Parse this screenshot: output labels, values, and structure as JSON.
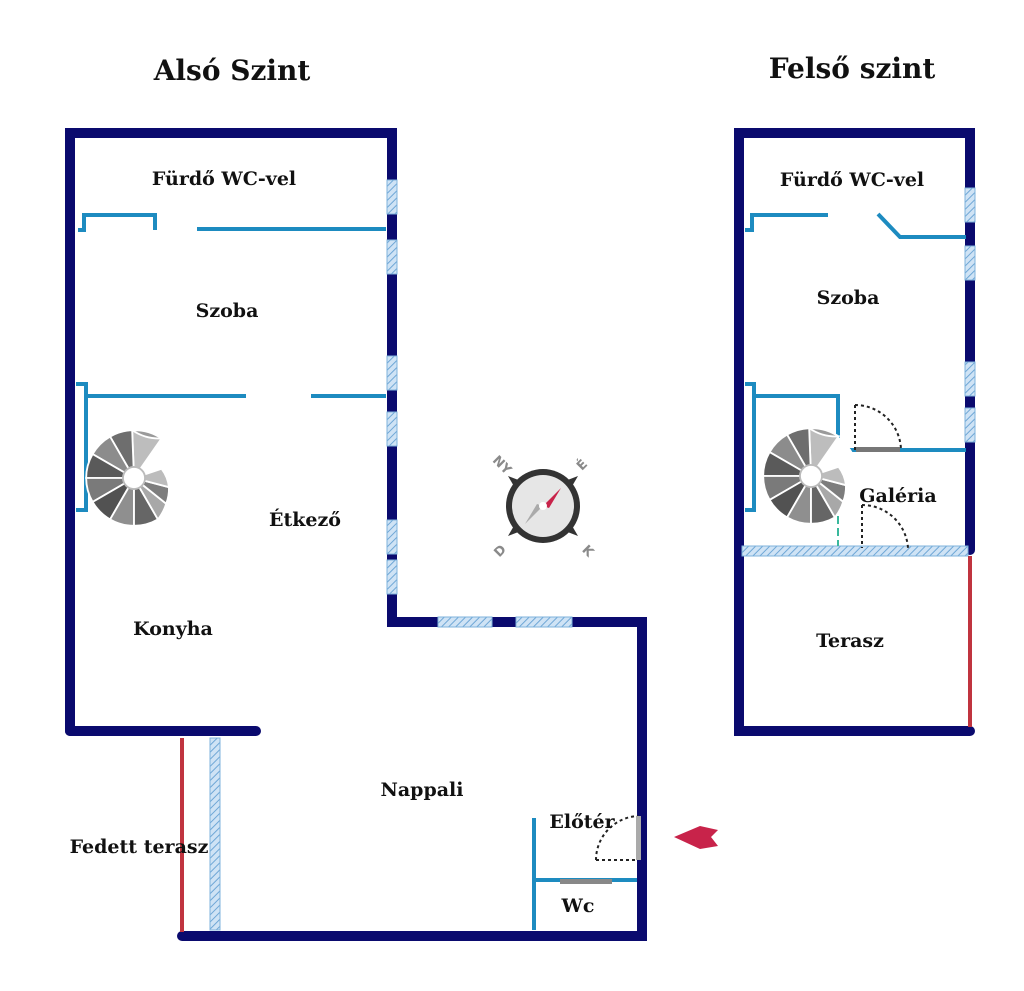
{
  "levels": {
    "lower": {
      "title": "Alsó Szint",
      "rooms": {
        "bathroom": "Fürdő WC-vel",
        "room": "Szoba",
        "dining": "Étkező",
        "kitchen": "Konyha",
        "living": "Nappali",
        "covered_terrace": "Fedett terasz",
        "hall": "Előtér",
        "wc": "Wc"
      }
    },
    "upper": {
      "title": "Felső szint",
      "rooms": {
        "bathroom": "Fürdő WC-vel",
        "room": "Szoba",
        "gallery": "Galéria",
        "terrace": "Terasz"
      }
    }
  },
  "compass": {
    "ny": "NY",
    "e": "É",
    "d": "D",
    "k": "K"
  },
  "icons": {
    "compass": "compass-icon",
    "entrance": "entrance-arrow-icon",
    "stairs": "spiral-staircase-icon"
  },
  "colors": {
    "outer_wall": "#0a0a6e",
    "inner_wall": "#1d8bc0",
    "window": "#9cc7ea",
    "railing": "#c0343f",
    "entrance_arrow": "#c8234a"
  }
}
